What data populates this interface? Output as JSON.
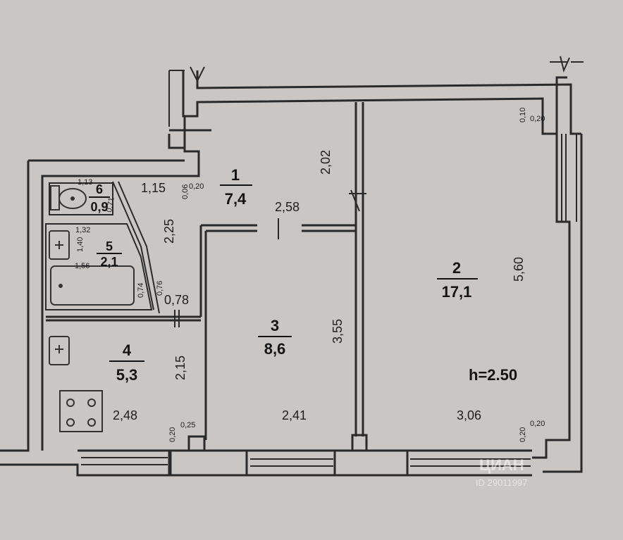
{
  "plan": {
    "height_label": "h=2.50",
    "rooms": [
      {
        "num": "1",
        "area": "7,4"
      },
      {
        "num": "2",
        "area": "17,1"
      },
      {
        "num": "3",
        "area": "8,6"
      },
      {
        "num": "4",
        "area": "5,3"
      },
      {
        "num": "5",
        "area": "2,1"
      },
      {
        "num": "6",
        "area": "0,9"
      }
    ],
    "dims": {
      "d_010": "0,10",
      "d_020_tr": "0,20",
      "d_202": "2,02",
      "d_115": "1,15",
      "d_006": "0,06",
      "d_020_hall": "0,20",
      "d_113": "1,13",
      "d_071": "0,71",
      "d_132": "1,32",
      "d_140": "1,40",
      "d_156": "1,56",
      "d_225": "2,25",
      "d_258": "2,58",
      "d_076": "0,76",
      "d_074": "0,74",
      "d_078": "0,78",
      "d_355": "3,55",
      "d_560": "5,60",
      "d_215": "2,15",
      "d_248": "2,48",
      "d_241": "2,41",
      "d_306": "3,06",
      "d_020_bl": "0,20",
      "d_025": "0,25",
      "d_020_br": "0,20",
      "d_020_br2": "0,20"
    },
    "watermark": {
      "brand": "ЦИАН",
      "code": "ID 29011997"
    }
  }
}
